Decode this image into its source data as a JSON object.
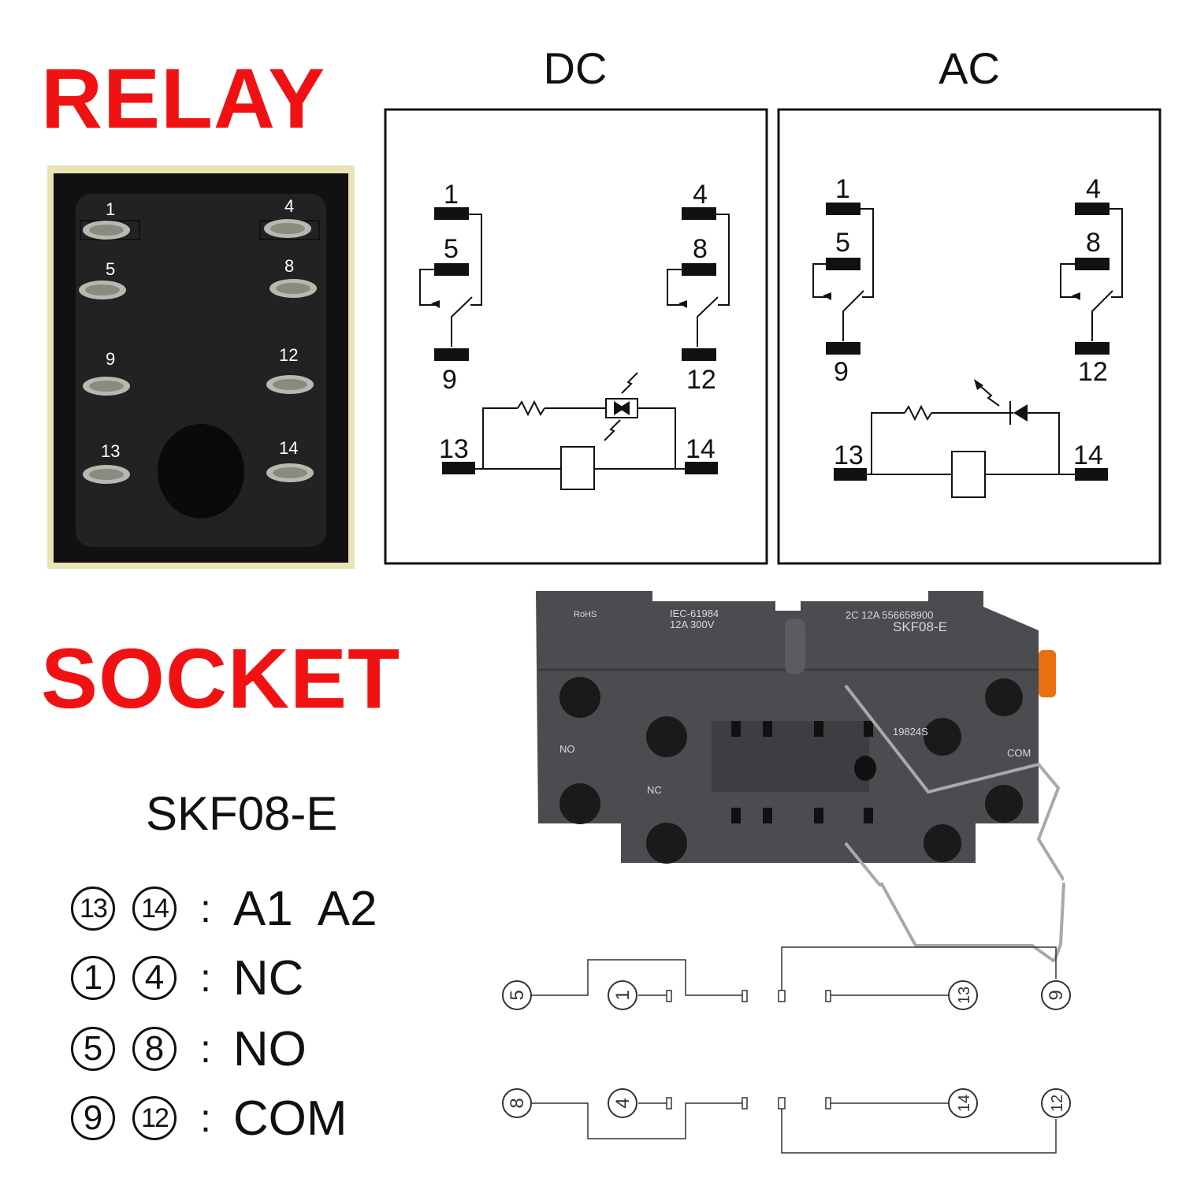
{
  "headings": {
    "relay": "RELAY",
    "socket": "SOCKET"
  },
  "diagram_titles": {
    "dc": "DC",
    "ac": "AC"
  },
  "model": "SKF08-E",
  "relay_pins": [
    "1",
    "4",
    "5",
    "8",
    "9",
    "12",
    "13",
    "14"
  ],
  "diagram_pins": [
    "1",
    "5",
    "9",
    "4",
    "8",
    "12",
    "13",
    "14"
  ],
  "legend": [
    {
      "pins": [
        "13",
        "14"
      ],
      "meaning": "A1  A2"
    },
    {
      "pins": [
        "1",
        "4"
      ],
      "meaning": "NC"
    },
    {
      "pins": [
        "5",
        "8"
      ],
      "meaning": "NO"
    },
    {
      "pins": [
        "9",
        "12"
      ],
      "meaning": "COM"
    }
  ],
  "colon": ":",
  "socket_label": {
    "model": "SKF08-E",
    "rating": "2C  12A  556658900",
    "cert_rating": "12A 300V",
    "standard": "IEC-61984",
    "rohs": "RoHS",
    "term_no": "NO",
    "term_nc": "NC",
    "term_com": "COM",
    "code": "19824S"
  },
  "socket_diagram_pins": [
    "5",
    "1",
    "13",
    "9",
    "8",
    "4",
    "14",
    "12"
  ],
  "colors": {
    "heading": "#f01212",
    "relay_frame": "#e9e4b4",
    "socket_body": "#4a4c4f"
  }
}
